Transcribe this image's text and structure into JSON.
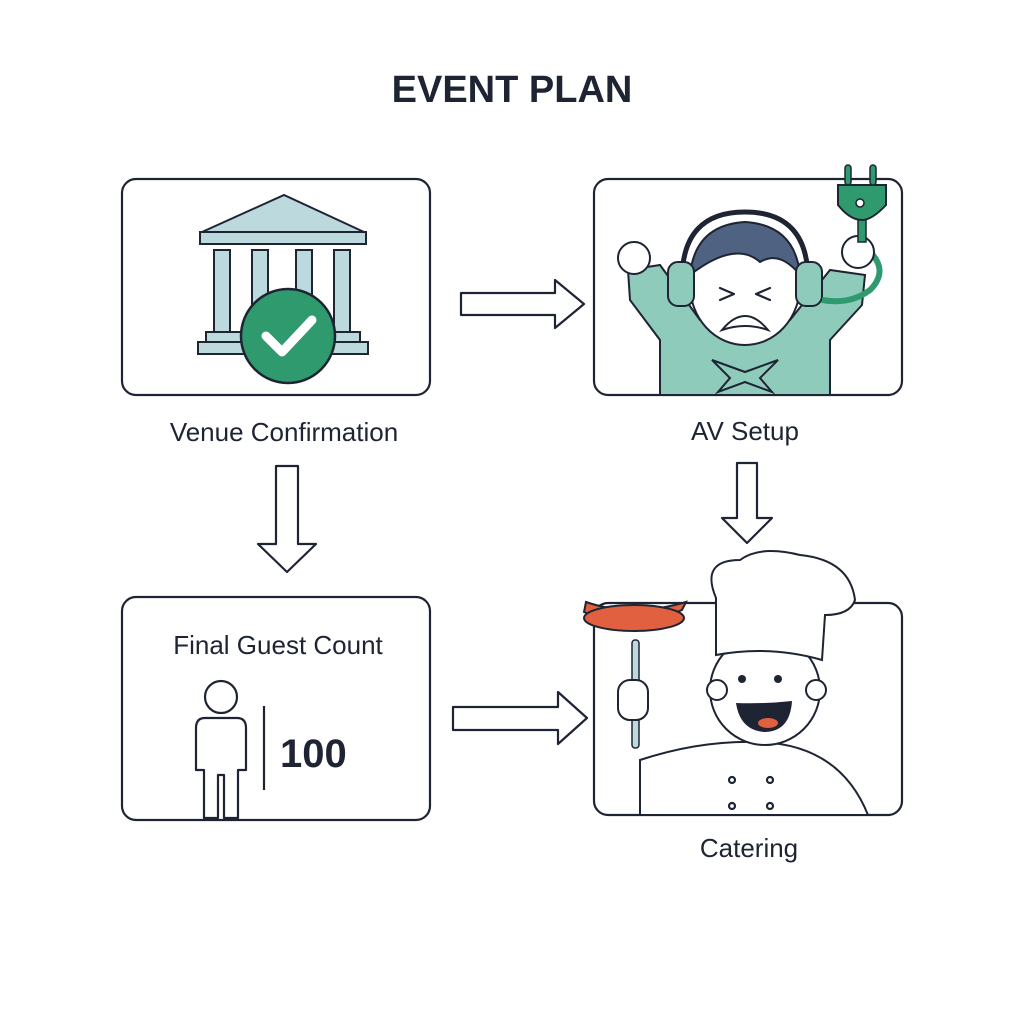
{
  "title": "EVENT PLAN",
  "steps": {
    "venue": {
      "label": "Venue Confirmation",
      "status": "confirmed"
    },
    "av": {
      "label": "AV Setup"
    },
    "guests": {
      "label": "Final Guest Count",
      "count": "100"
    },
    "catering": {
      "label": "Catering"
    }
  },
  "colors": {
    "ink": "#1e2433",
    "green": "#2e9a6e",
    "teal": "#8fcbbb",
    "pillar": "#bcd9de",
    "hair": "#4f6282",
    "sausage": "#e0603f"
  }
}
